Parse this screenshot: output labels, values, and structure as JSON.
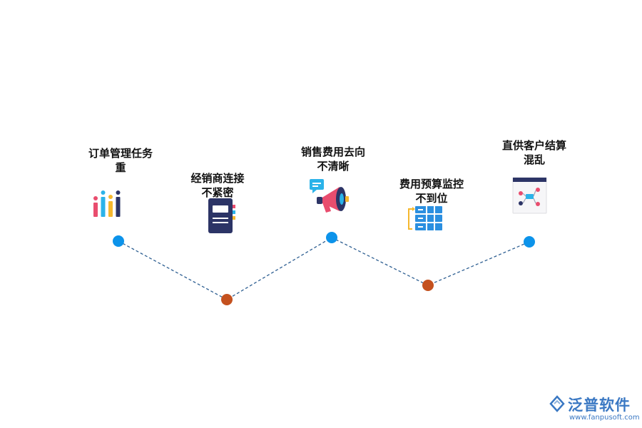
{
  "items": [
    {
      "line1": "订单管理任务",
      "line2": "重",
      "icon": "bar-chart-icon"
    },
    {
      "line1": "经销商连接",
      "line2": "不紧密",
      "icon": "notebook-icon"
    },
    {
      "line1": "销售费用去向",
      "line2": "不清晰",
      "icon": "megaphone-icon"
    },
    {
      "line1": "费用预算监控",
      "line2": "不到位",
      "icon": "server-stack-icon"
    },
    {
      "line1": "直供客户结算",
      "line2": "混乱",
      "icon": "flow-board-icon"
    }
  ],
  "colors": {
    "peak_node": "#0c93ea",
    "valley_node": "#c4511f",
    "connector": "#2e5f92",
    "brand": "#3a78c3"
  },
  "brand": {
    "name": "泛普软件",
    "url": "www.fanpusoft.com"
  }
}
